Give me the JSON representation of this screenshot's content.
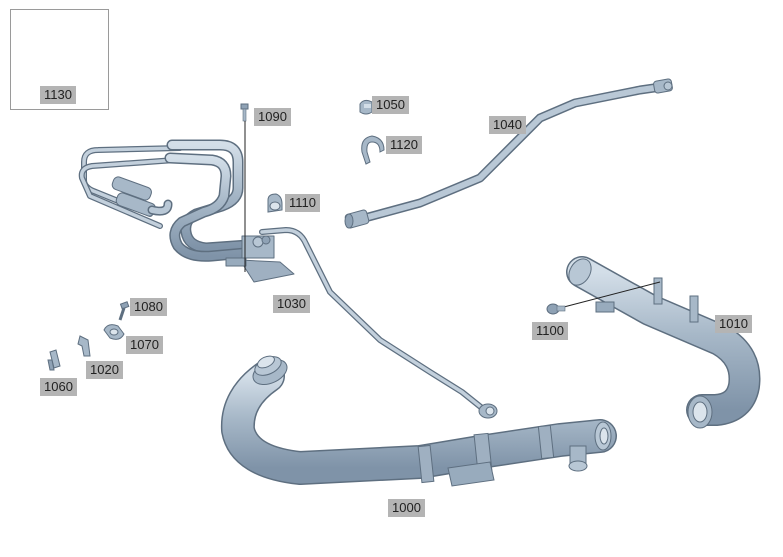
{
  "diagram": {
    "colors": {
      "tube_fill": "#a7b8c8",
      "tube_dark": "#7f93a8",
      "tube_light": "#d3dee8",
      "outline": "#5e6f80",
      "leader": "#222222",
      "label_bg": "#b4b4b4"
    },
    "inset": {
      "label": "1130"
    },
    "parts": {
      "p1000": "1000",
      "p1010": "1010",
      "p1020": "1020",
      "p1030": "1030",
      "p1040": "1040",
      "p1050": "1050",
      "p1060": "1060",
      "p1070": "1070",
      "p1080": "1080",
      "p1090": "1090",
      "p1100": "1100",
      "p1110": "1110",
      "p1120": "1120"
    }
  }
}
